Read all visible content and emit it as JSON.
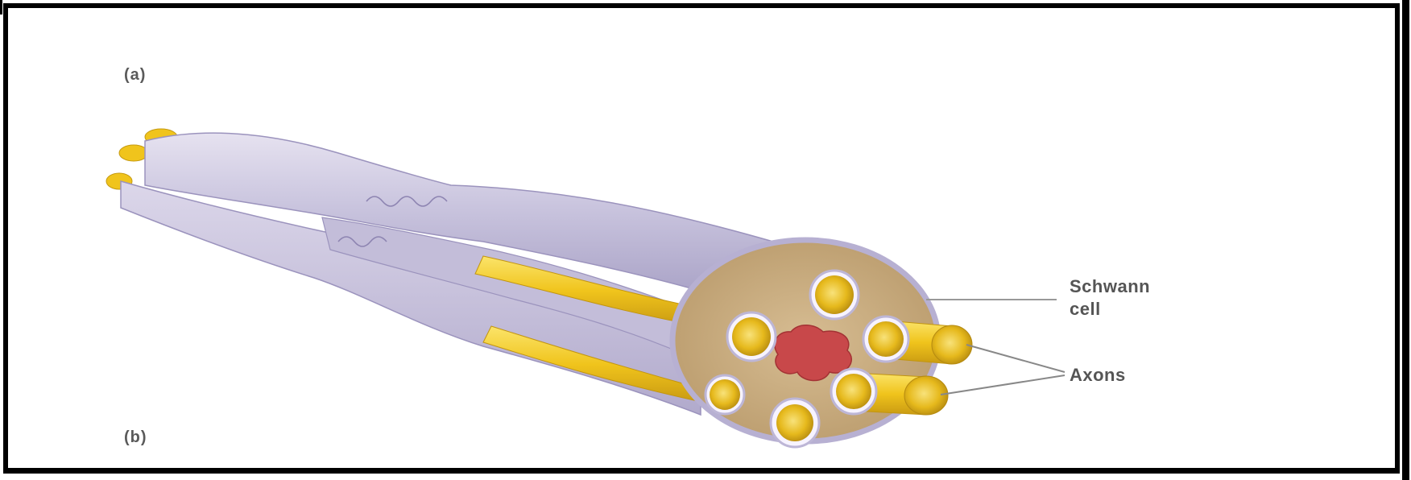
{
  "panels": {
    "a": "(a)",
    "b": "(b)"
  },
  "labels": {
    "schwann_line1": "Schwann",
    "schwann_line2": "cell",
    "axons": "Axons"
  },
  "colors": {
    "schwann_sheath": "#c8c3dc",
    "axon_yellow": "#f2cc1e",
    "endoneurium": "#c9ab7e",
    "blood_vessel": "#c8484a",
    "frame": "#000000"
  }
}
